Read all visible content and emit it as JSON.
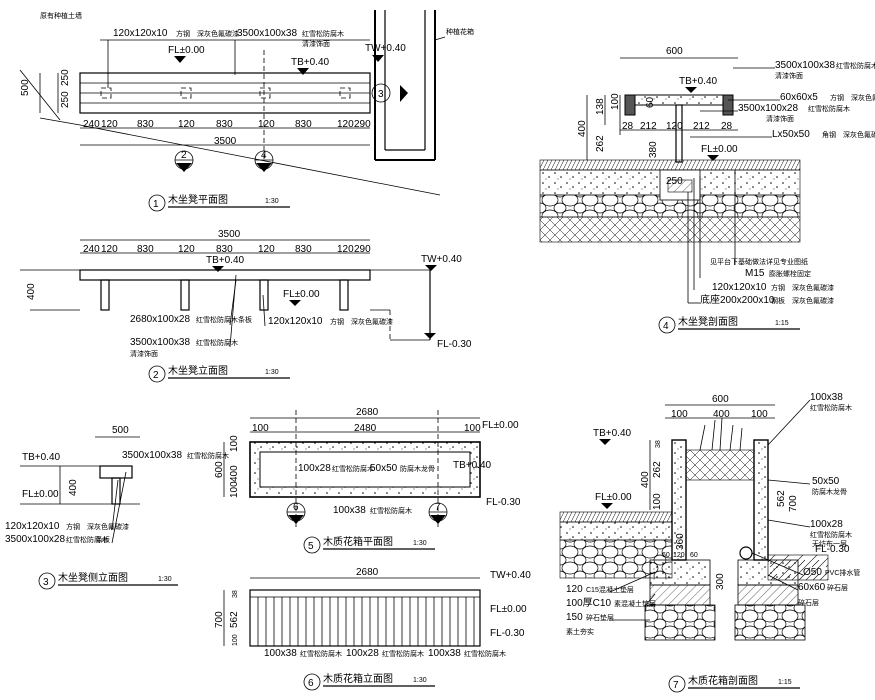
{
  "views": {
    "v1": {
      "title": "木坐凳平面图",
      "scale": "1:30",
      "num": "1",
      "dims": [
        "500",
        "250",
        "250",
        "240",
        "120",
        "830",
        "120",
        "830",
        "120",
        "830",
        "120",
        "290",
        "3500"
      ],
      "labels": {
        "post": "120x120x10",
        "post_note": "方钢　深灰色氟碳漆",
        "beam": "3500x100x38",
        "beam_note": "红雪松防腐木",
        "beam_note2": "清漆饰面",
        "fl": "FL±0.00",
        "tb": "TB+0.40",
        "tw": "TW+0.40",
        "left_note": "原有种植土墙",
        "right_note": "种植花箱"
      },
      "markers": [
        "2",
        "4",
        "3"
      ]
    },
    "v2": {
      "title": "木坐凳立面图",
      "scale": "1:30",
      "num": "2",
      "dims": [
        "3500",
        "240",
        "120",
        "830",
        "120",
        "830",
        "120",
        "830",
        "120",
        "290",
        "400"
      ],
      "labels": {
        "tb": "TB+0.40",
        "tw": "TW+0.40",
        "fl": "FL±0.00",
        "fl2": "FL-0.30",
        "a": "2680x100x28",
        "a_note": "红雪松防腐木",
        "a_note2": "条板",
        "b": "3500x100x38",
        "b_note": "红雪松防腐木",
        "b_note2": "清漆饰面",
        "c": "120x120x10",
        "c_note": "方钢　深灰色氟碳漆"
      }
    },
    "v3": {
      "title": "木坐凳侧立面图",
      "scale": "1:30",
      "num": "3",
      "dims": [
        "500",
        "400"
      ],
      "labels": {
        "tb": "TB+0.40",
        "fl": "FL±0.00",
        "a": "3500x100x38",
        "a_note": "红雪松防腐木",
        "b": "120x120x10",
        "b_note": "方钢　深灰色氟碳漆",
        "c": "3500x100x28",
        "c_note": "红雪松防腐木",
        "c_note2": "条板"
      }
    },
    "v4": {
      "title": "木坐凳剖面图",
      "scale": "1:15",
      "num": "4",
      "dims": [
        "600",
        "138",
        "100",
        "400",
        "262",
        "380",
        "28",
        "212",
        "120",
        "212",
        "28",
        "60",
        "250"
      ],
      "labels": {
        "tb": "TB+0.40",
        "fl": "FL±0.00",
        "a": "3500x100x38",
        "a_note": "红雪松防腐木",
        "a_note2": "清漆饰面",
        "b": "60x60x5",
        "b_note": "方钢　深灰色氟碳漆",
        "c": "3500x100x28",
        "c_note": "红雪松防腐木",
        "c_note2": "清漆饰面",
        "d": "Lx50x50",
        "d_note": "角钢　深灰色氟碳漆",
        "e": "M15",
        "e_note": "膨胀螺栓固定",
        "f": "120x120x10",
        "f_note": "方钢　深灰色氟碳漆",
        "g": "底座200x200x10",
        "g_note": "钢板　深灰色氟碳漆",
        "h_note": "见平台下基础做法详见专业图纸"
      }
    },
    "v5": {
      "title": "木质花箱平面图",
      "scale": "1:30",
      "num": "5",
      "dims": [
        "2680",
        "100",
        "2480",
        "100",
        "600",
        "100",
        "400",
        "100"
      ],
      "labels": {
        "fl": "FL±0.00",
        "tb": "TB+0.40",
        "fl2": "FL-0.30",
        "a": "100x28",
        "a_note": "红雪松防腐木",
        "b": "50x50",
        "b_note": "防腐木龙骨",
        "c": "100x38",
        "c_note": "红雪松防腐木"
      },
      "markers": [
        "6",
        "7"
      ]
    },
    "v6": {
      "title": "木质花箱立面图",
      "scale": "1:30",
      "num": "6",
      "dims": [
        "2680",
        "700",
        "562",
        "38",
        "100"
      ],
      "labels": {
        "tw": "TW+0.40",
        "fl": "FL±0.00",
        "fl2": "FL-0.30",
        "a": "100x38",
        "a_note": "红雪松防腐木",
        "b": "100x28",
        "b_note": "红雪松防腐木",
        "c": "100x38",
        "c_note": "红雪松防腐木"
      }
    },
    "v7": {
      "title": "木质花箱剖面图",
      "scale": "1:15",
      "num": "7",
      "dims": [
        "600",
        "100",
        "400",
        "100",
        "400",
        "262",
        "38",
        "100",
        "360",
        "300",
        "562",
        "700",
        "60",
        "120",
        "60"
      ],
      "labels": {
        "tb": "TB+0.40",
        "fl": "FL±0.00",
        "fl2": "FL-0.30",
        "a": "100x38",
        "a_note": "红雪松防腐木",
        "b": "50x50",
        "b_note": "防腐木龙骨",
        "c": "100x28",
        "c_note": "红雪松防腐木",
        "c2_note": "无纺布一层",
        "d": "Ø50",
        "d_note": "PVC排水管",
        "e": "60x60",
        "e_note": "碎石层",
        "f": "120",
        "f_note": "C15混凝土垫层",
        "g": "100厚C10",
        "g_note": "素混凝土垫层",
        "h": "150",
        "h_note": "碎石垫层",
        "i_note": "素土夯实",
        "j_note": "碎石层"
      }
    }
  }
}
